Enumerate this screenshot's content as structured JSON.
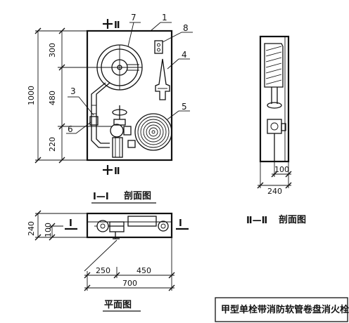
{
  "section_view": {
    "section_mark_top": "Ⅱ",
    "section_mark_bottom": "Ⅱ",
    "dims": {
      "d300": "300",
      "d480": "480",
      "d220": "220",
      "d1000": "1000"
    },
    "callouts": {
      "c1": "1",
      "c3": "3",
      "c4": "4",
      "c5": "5",
      "c6": "6",
      "c7": "7",
      "c8": "8"
    },
    "caption_roman": "Ⅰ—Ⅰ",
    "caption_text": "剖面图"
  },
  "side_view": {
    "dims": {
      "d100": "100",
      "d240": "240"
    },
    "caption_roman": "Ⅱ—Ⅱ",
    "caption_text": "剖面图"
  },
  "plan_view": {
    "section_mark_left": "Ⅰ",
    "section_mark_right": "Ⅰ",
    "dims": {
      "d240": "240",
      "d100": "100",
      "d250": "250",
      "d450": "450",
      "d700": "700"
    },
    "caption": "平面图"
  },
  "title_block": {
    "title": "甲型单栓带消防软管卷盘消火栓箱"
  }
}
